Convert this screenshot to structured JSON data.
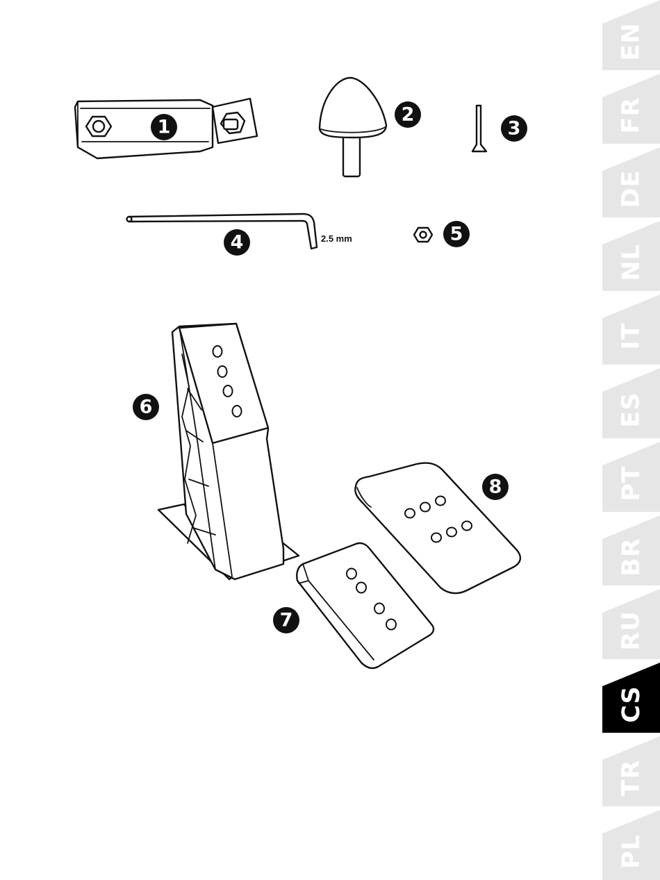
{
  "parts": [
    {
      "number": "1",
      "name": "pedal-adapter-bracket"
    },
    {
      "number": "2",
      "name": "conical-stop"
    },
    {
      "number": "3",
      "name": "countersunk-screw"
    },
    {
      "number": "4",
      "name": "hex-key",
      "size_label": "2.5 mm"
    },
    {
      "number": "5",
      "name": "hex-nut"
    },
    {
      "number": "6",
      "name": "pedal-arm"
    },
    {
      "number": "7",
      "name": "small-pedal-plate"
    },
    {
      "number": "8",
      "name": "large-pedal-plate"
    }
  ],
  "language_tabs": [
    {
      "label": "EN",
      "active": false
    },
    {
      "label": "FR",
      "active": false
    },
    {
      "label": "DE",
      "active": false
    },
    {
      "label": "NL",
      "active": false
    },
    {
      "label": "IT",
      "active": false
    },
    {
      "label": "ES",
      "active": false
    },
    {
      "label": "PT",
      "active": false
    },
    {
      "label": "BR",
      "active": false
    },
    {
      "label": "RU",
      "active": false
    },
    {
      "label": "CS",
      "active": true
    },
    {
      "label": "TR",
      "active": false
    },
    {
      "label": "PL",
      "active": false
    }
  ],
  "colors": {
    "tab_inactive": "#e6e6e6",
    "tab_active": "#000000",
    "line_art": "#111111"
  }
}
